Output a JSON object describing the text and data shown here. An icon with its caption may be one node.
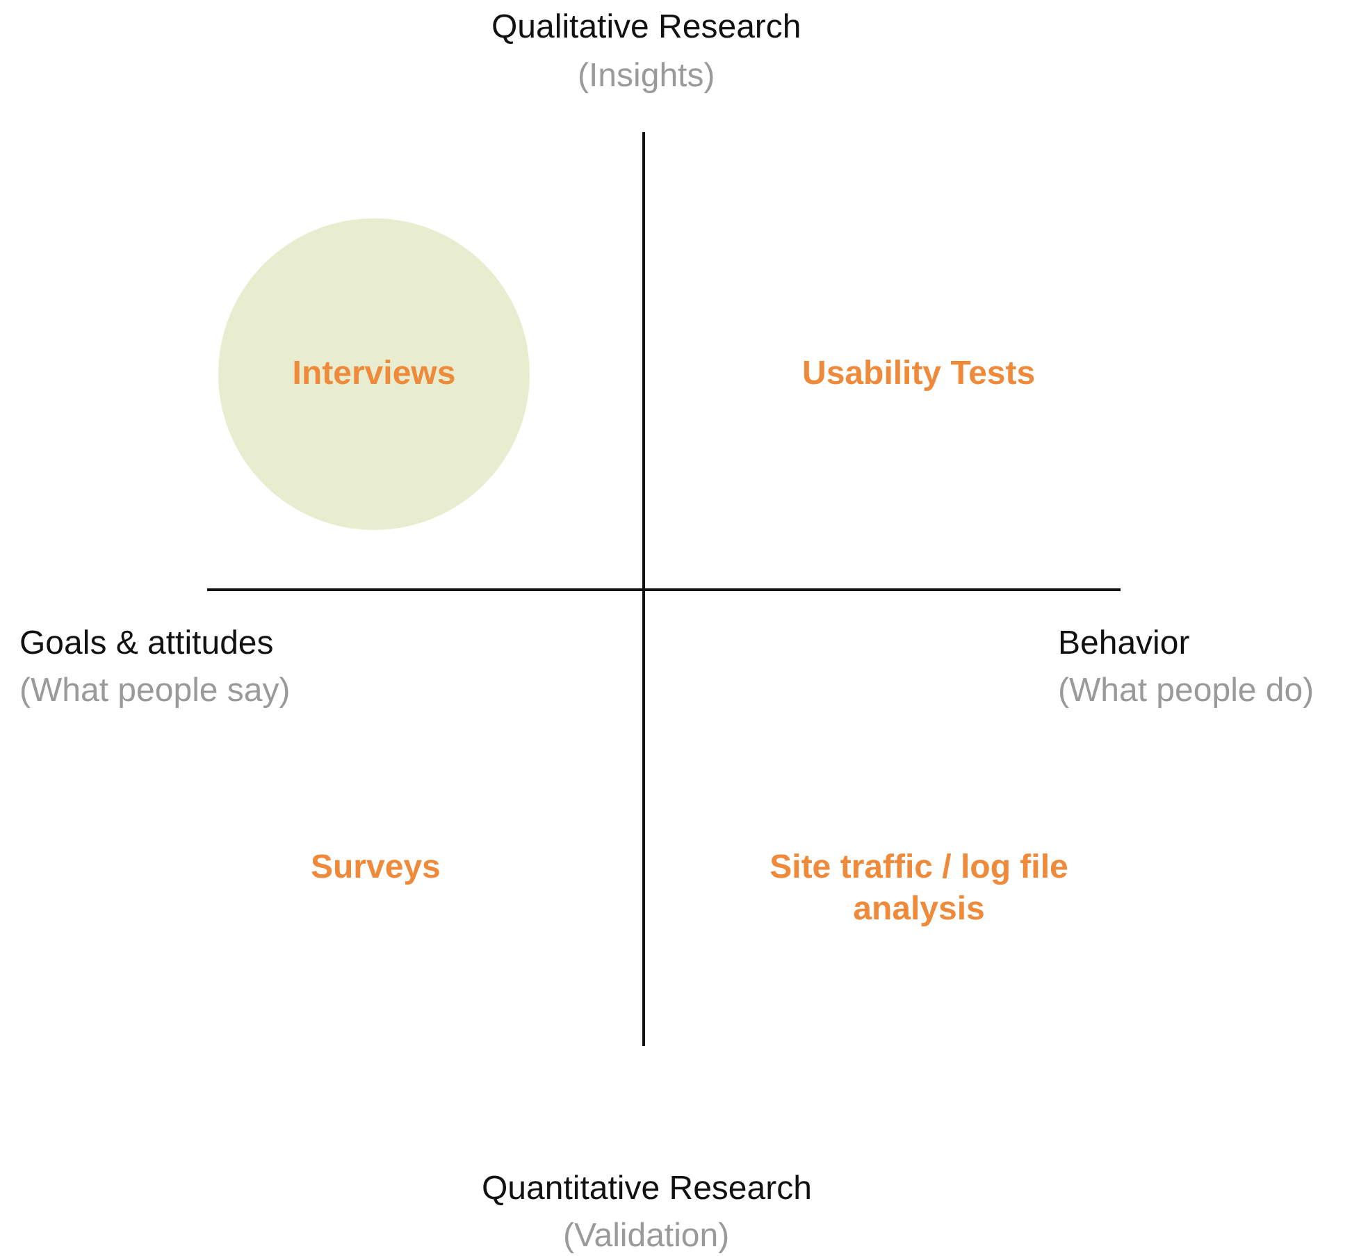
{
  "diagram": {
    "nodes": [
      {
        "text": [
          "Interviews"
        ]
      }
    ],
    "labels": [
      "Qualitative Research",
      "(Insights)",
      "Usability Tests",
      "Goals & attitudes",
      "(What people say)",
      "Behavior",
      "(What people do)",
      "Surveys",
      "Site traffic / log file analysis",
      "Quantitative Research",
      "(Validation)"
    ]
  }
}
